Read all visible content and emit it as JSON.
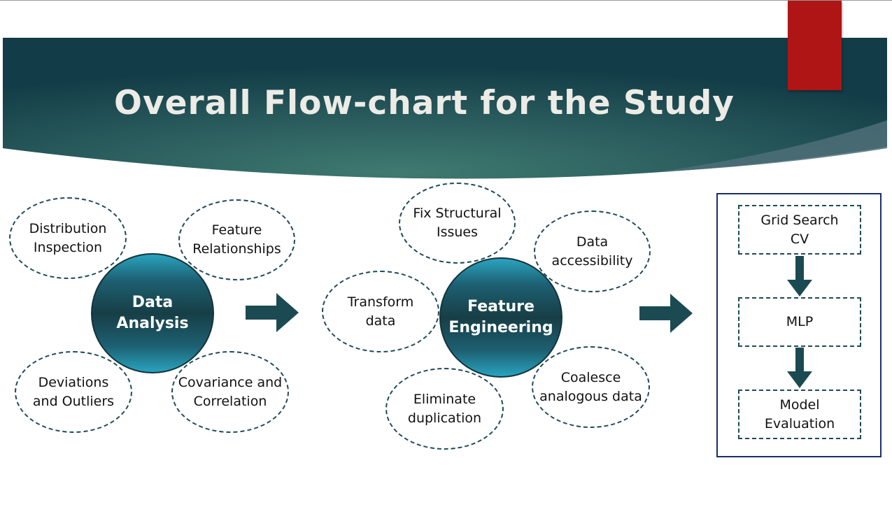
{
  "slide": {
    "title": "Overall Flow-chart for the Study"
  },
  "colors": {
    "banner_dark": "#123c47",
    "banner_light": "#3f7a70",
    "accent_red": "#b01515",
    "hub_teal": "#2aa3bf",
    "hub_dark": "#173e46",
    "arrow": "#1c4a52",
    "panel_border": "#1b2d6b"
  },
  "data_analysis": {
    "hub": "Data\nAnalysis",
    "bubbles": [
      "Distribution\nInspection",
      "Feature\nRelationships",
      "Deviations\nand Outliers",
      "Covariance and\nCorrelation"
    ]
  },
  "feature_engineering": {
    "hub": "Feature\nEngineering",
    "bubbles": [
      "Fix Structural\nIssues",
      "Data\naccessibility",
      "Transform\ndata",
      "Eliminate\nduplication",
      "Coalesce\nanalogous data"
    ]
  },
  "modeling": {
    "steps": [
      "Grid Search\nCV",
      "MLP",
      "Model\nEvaluation"
    ]
  },
  "icons": [
    "right-arrow-icon",
    "down-arrow-icon"
  ]
}
